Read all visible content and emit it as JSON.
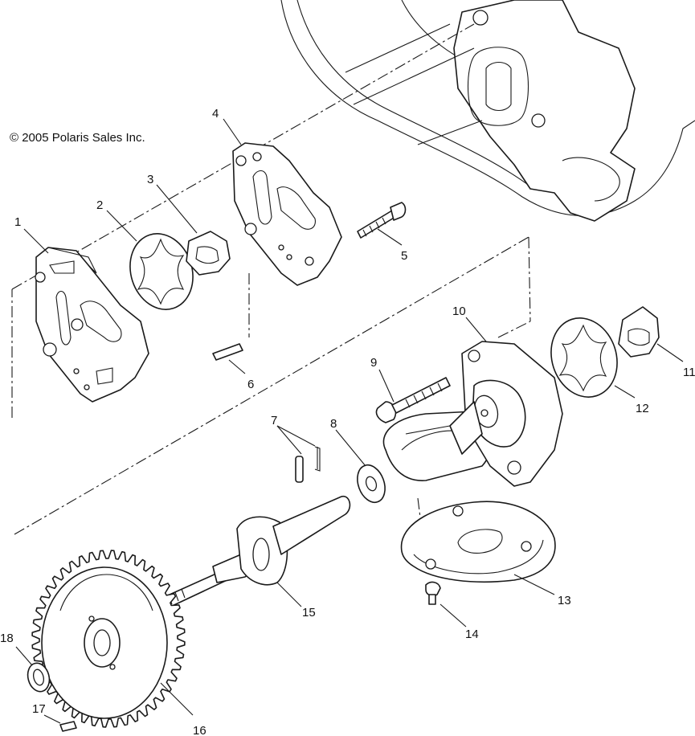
{
  "copyright": "© 2005 Polaris Sales Inc.",
  "callouts": [
    "1",
    "2",
    "3",
    "4",
    "5",
    "6",
    "7",
    "8",
    "9",
    "10",
    "11",
    "12",
    "13",
    "14",
    "15",
    "16",
    "17",
    "18"
  ],
  "line_color": "#1a1a1a",
  "background": "#ffffff"
}
